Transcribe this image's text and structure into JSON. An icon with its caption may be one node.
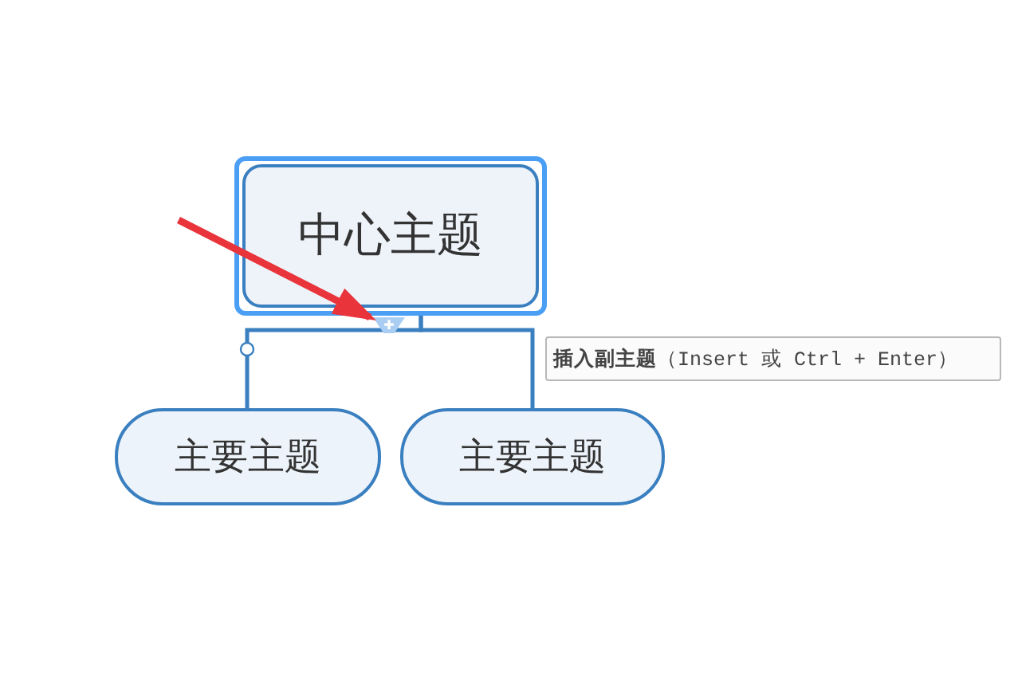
{
  "diagram": {
    "nodes": [
      {
        "text": [
          "中心主题"
        ]
      },
      {
        "text": [
          "主要主题"
        ]
      },
      {
        "text": [
          "主要主题"
        ]
      },
      {
        "text": [
          "**插入副主题**（Insert 或 Ctrl + Enter）"
        ]
      },
      {
        "text": [],
        "shape": "triangle"
      }
    ],
    "edges": [
      {
        "from": 0,
        "to": 1,
        "arrow": "none"
      },
      {
        "from": 0,
        "to": 2,
        "arrow": "none"
      },
      {
        "from": null,
        "to": 4,
        "arrow": "to",
        "style": "thick",
        "color": "#e8343a"
      }
    ]
  }
}
